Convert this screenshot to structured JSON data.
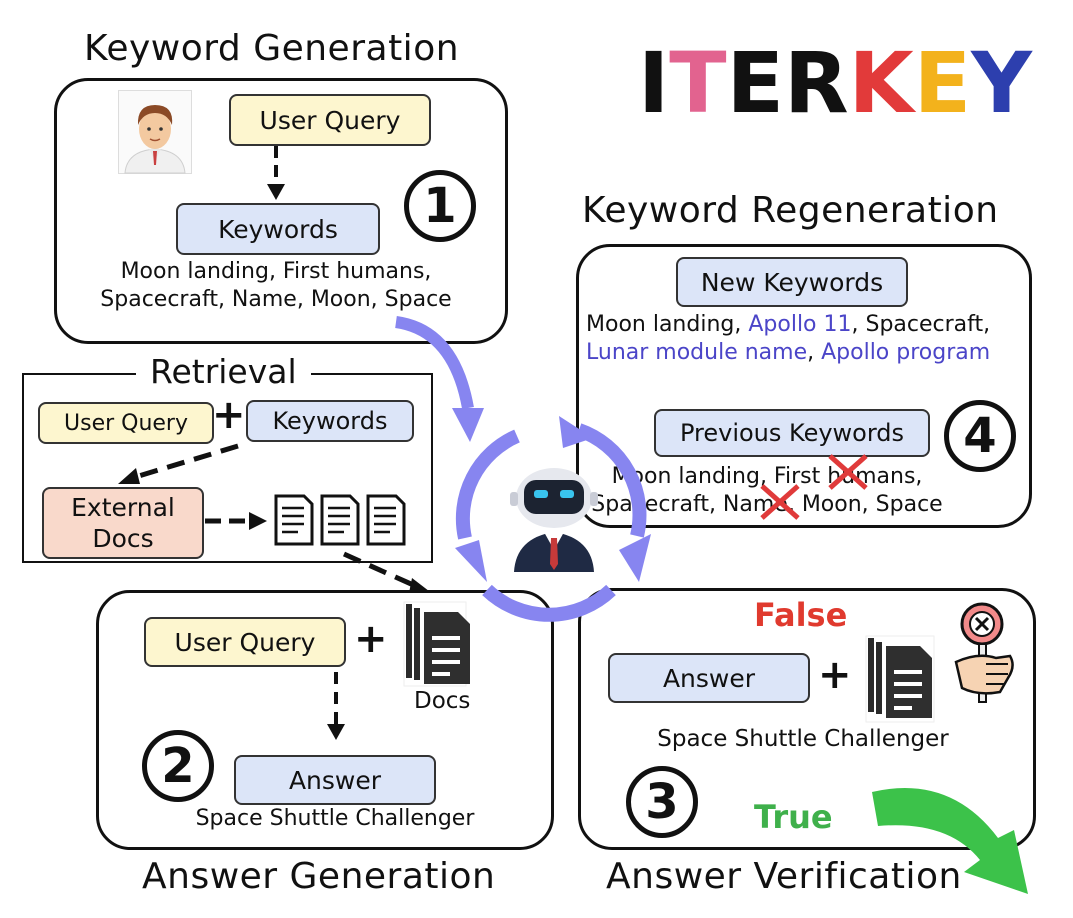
{
  "logo": {
    "letters": [
      {
        "ch": "I",
        "color": "#111111"
      },
      {
        "ch": "T",
        "color": "#e2638f"
      },
      {
        "ch": "E",
        "color": "#111111"
      },
      {
        "ch": "R",
        "color": "#111111"
      },
      {
        "ch": "K",
        "color": "#e23a3a"
      },
      {
        "ch": "E",
        "color": "#f3b21c"
      },
      {
        "ch": "Y",
        "color": "#2d3fae"
      }
    ]
  },
  "keyword_generation": {
    "title": "Keyword Generation",
    "user_query": "User Query",
    "keywords": "Keywords",
    "keyword_list": [
      "Moon landing, First humans,",
      "Spacecraft, Name, Moon, Space"
    ],
    "step": "1"
  },
  "retrieval": {
    "title": "Retrieval",
    "user_query": "User Query",
    "plus": "+",
    "keywords": "Keywords",
    "external_docs": [
      "External",
      "Docs"
    ]
  },
  "keyword_regeneration": {
    "title": "Keyword Regeneration",
    "new_keywords": "New Keywords",
    "new_line1": {
      "a": "Moon landing, ",
      "b": "Apollo 11",
      "c": ", Spacecraft,"
    },
    "new_line2": {
      "a": "Lunar module name",
      "b": ", ",
      "c": "Apollo program"
    },
    "previous_keywords": "Previous Keywords",
    "previous_list": [
      "Moon landing, First humans,",
      "Spacecraft, Name, Moon, Space"
    ],
    "step": "4"
  },
  "answer_generation": {
    "title": "Answer Generation",
    "user_query": "User Query",
    "plus": "+",
    "docs": "Docs",
    "answer": "Answer",
    "answer_text": "Space Shuttle Challenger",
    "step": "2"
  },
  "answer_verification": {
    "title": "Answer Verification",
    "false_label": "False",
    "answer": "Answer",
    "plus": "+",
    "answer_text": "Space Shuttle Challenger",
    "true_label": "True",
    "step": "3"
  },
  "colors": {
    "cycle": "#8785f0",
    "highlight": "#4b45c8",
    "false": "#e03a2e",
    "true": "#3fb04b",
    "green_arrow": "#3cc24a",
    "cross": "#e03a3a"
  }
}
